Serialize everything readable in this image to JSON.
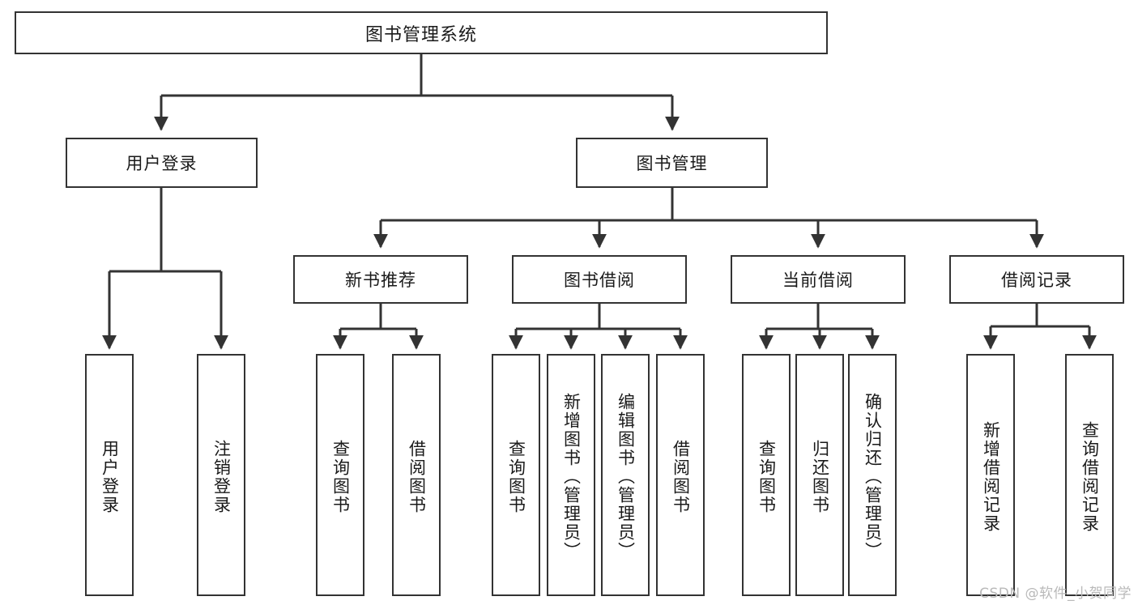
{
  "diagram": {
    "type": "hierarchy-tree",
    "title": "图书管理系统",
    "watermark": "CSDN @软件_小贺同学",
    "colors": {
      "box_border": "#333333",
      "box_fill": "#ffffff",
      "connector": "#333333",
      "text": "#1a1a1a",
      "watermark": "#b9b9b9"
    },
    "levels": {
      "root": {
        "label": "图书管理系统"
      },
      "level2": [
        {
          "id": "user-login",
          "label": "用户登录"
        },
        {
          "id": "book-management",
          "label": "图书管理"
        }
      ],
      "level3": [
        {
          "id": "new-book-recommend",
          "label": "新书推荐",
          "parent": "book-management"
        },
        {
          "id": "book-borrow",
          "label": "图书借阅",
          "parent": "book-management"
        },
        {
          "id": "current-borrow",
          "label": "当前借阅",
          "parent": "book-management"
        },
        {
          "id": "borrow-record",
          "label": "借阅记录",
          "parent": "book-management"
        }
      ],
      "leaves": [
        {
          "id": "leaf-user-login",
          "label": "用户登录",
          "parent": "user-login"
        },
        {
          "id": "leaf-logout-login",
          "label": "注销登录",
          "parent": "user-login"
        },
        {
          "id": "leaf-query-book-1",
          "label": "查询图书",
          "parent": "new-book-recommend"
        },
        {
          "id": "leaf-borrow-book-1",
          "label": "借阅图书",
          "parent": "new-book-recommend"
        },
        {
          "id": "leaf-query-book-2",
          "label": "查询图书",
          "parent": "book-borrow"
        },
        {
          "id": "leaf-add-book",
          "label": "新增图书（管理员）",
          "parent": "book-borrow"
        },
        {
          "id": "leaf-edit-book",
          "label": "编辑图书（管理员）",
          "parent": "book-borrow"
        },
        {
          "id": "leaf-borrow-book-2",
          "label": "借阅图书",
          "parent": "book-borrow"
        },
        {
          "id": "leaf-query-book-3",
          "label": "查询图书",
          "parent": "current-borrow"
        },
        {
          "id": "leaf-return-book",
          "label": "归还图书",
          "parent": "current-borrow"
        },
        {
          "id": "leaf-confirm-return",
          "label": "确认归还（管理员）",
          "parent": "current-borrow"
        },
        {
          "id": "leaf-add-record",
          "label": "新增借阅记录",
          "parent": "borrow-record"
        },
        {
          "id": "leaf-query-record",
          "label": "查询借阅记录",
          "parent": "borrow-record"
        }
      ]
    }
  }
}
